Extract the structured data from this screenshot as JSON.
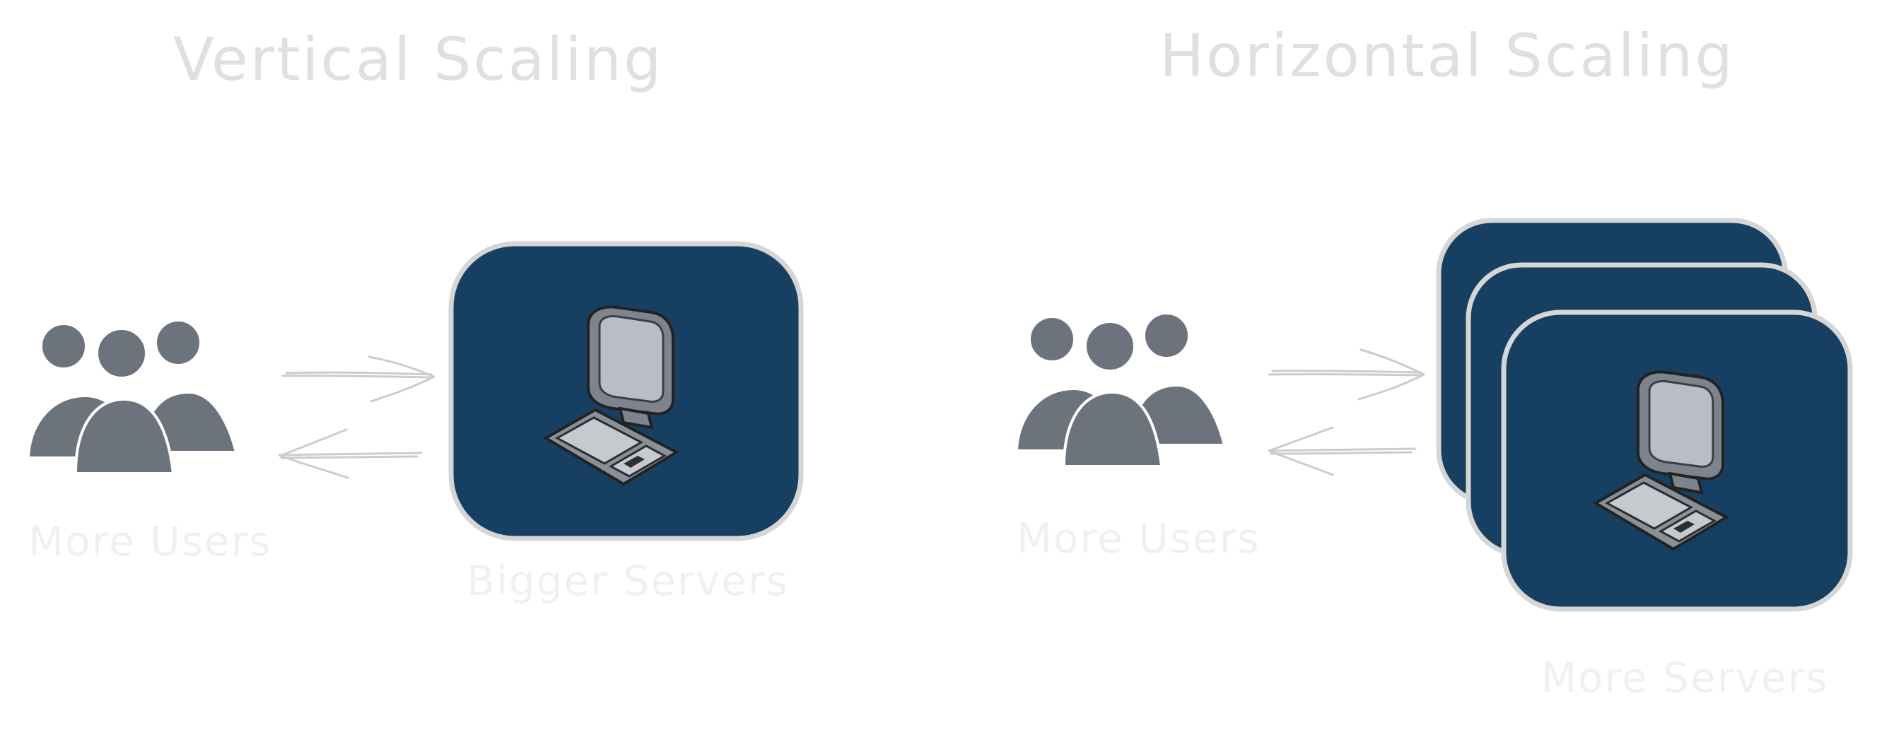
{
  "vertical": {
    "title": "Vertical Scaling",
    "users_label": "More Users",
    "servers_label": "Bigger Servers"
  },
  "horizontal": {
    "title": "Horizontal Scaling",
    "users_label": "More Users",
    "servers_label": "More Servers"
  },
  "colors": {
    "server_fill": "#163f62",
    "user_fill": "#6c737d",
    "label_text": "#e0e0e0"
  },
  "icons": [
    "user-group-icon",
    "computer-icon",
    "arrow-right-icon",
    "arrow-left-icon"
  ]
}
